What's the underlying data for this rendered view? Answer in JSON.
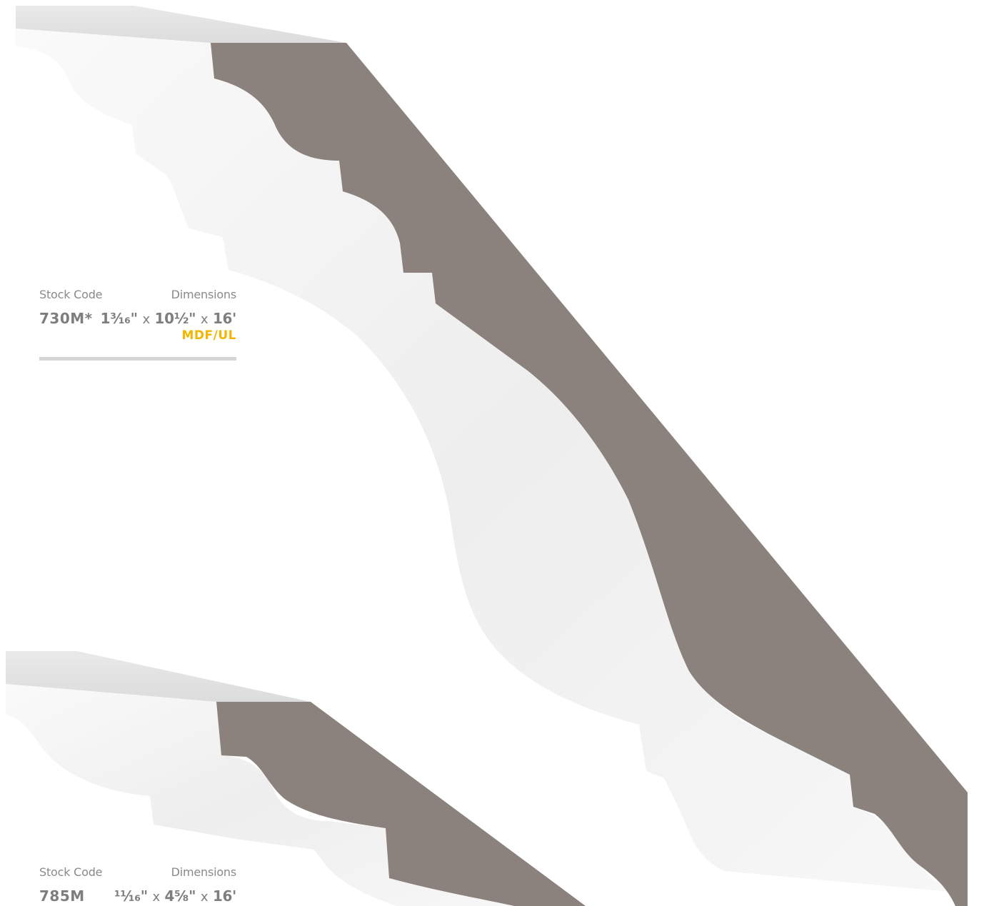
{
  "colors": {
    "profile_fill": "#8b827e",
    "molding_face": "#f4f4f4",
    "accent": "#f5b400",
    "text": "#7e7e7e",
    "divider": "#d6d6d6"
  },
  "products": [
    {
      "stock_code_label": "Stock Code",
      "dimensions_label": "Dimensions",
      "stock_code": "730M*",
      "dims": [
        "1³⁄₁₆\"",
        "x",
        "10½\"",
        "x",
        "16'"
      ],
      "material": "MDF/UL"
    },
    {
      "stock_code_label": "Stock Code",
      "dimensions_label": "Dimensions",
      "stock_code": "785M",
      "dims": [
        "¹¹⁄₁₆\"",
        "x",
        "4⁵⁄₈\"",
        "x",
        "16'"
      ]
    }
  ]
}
